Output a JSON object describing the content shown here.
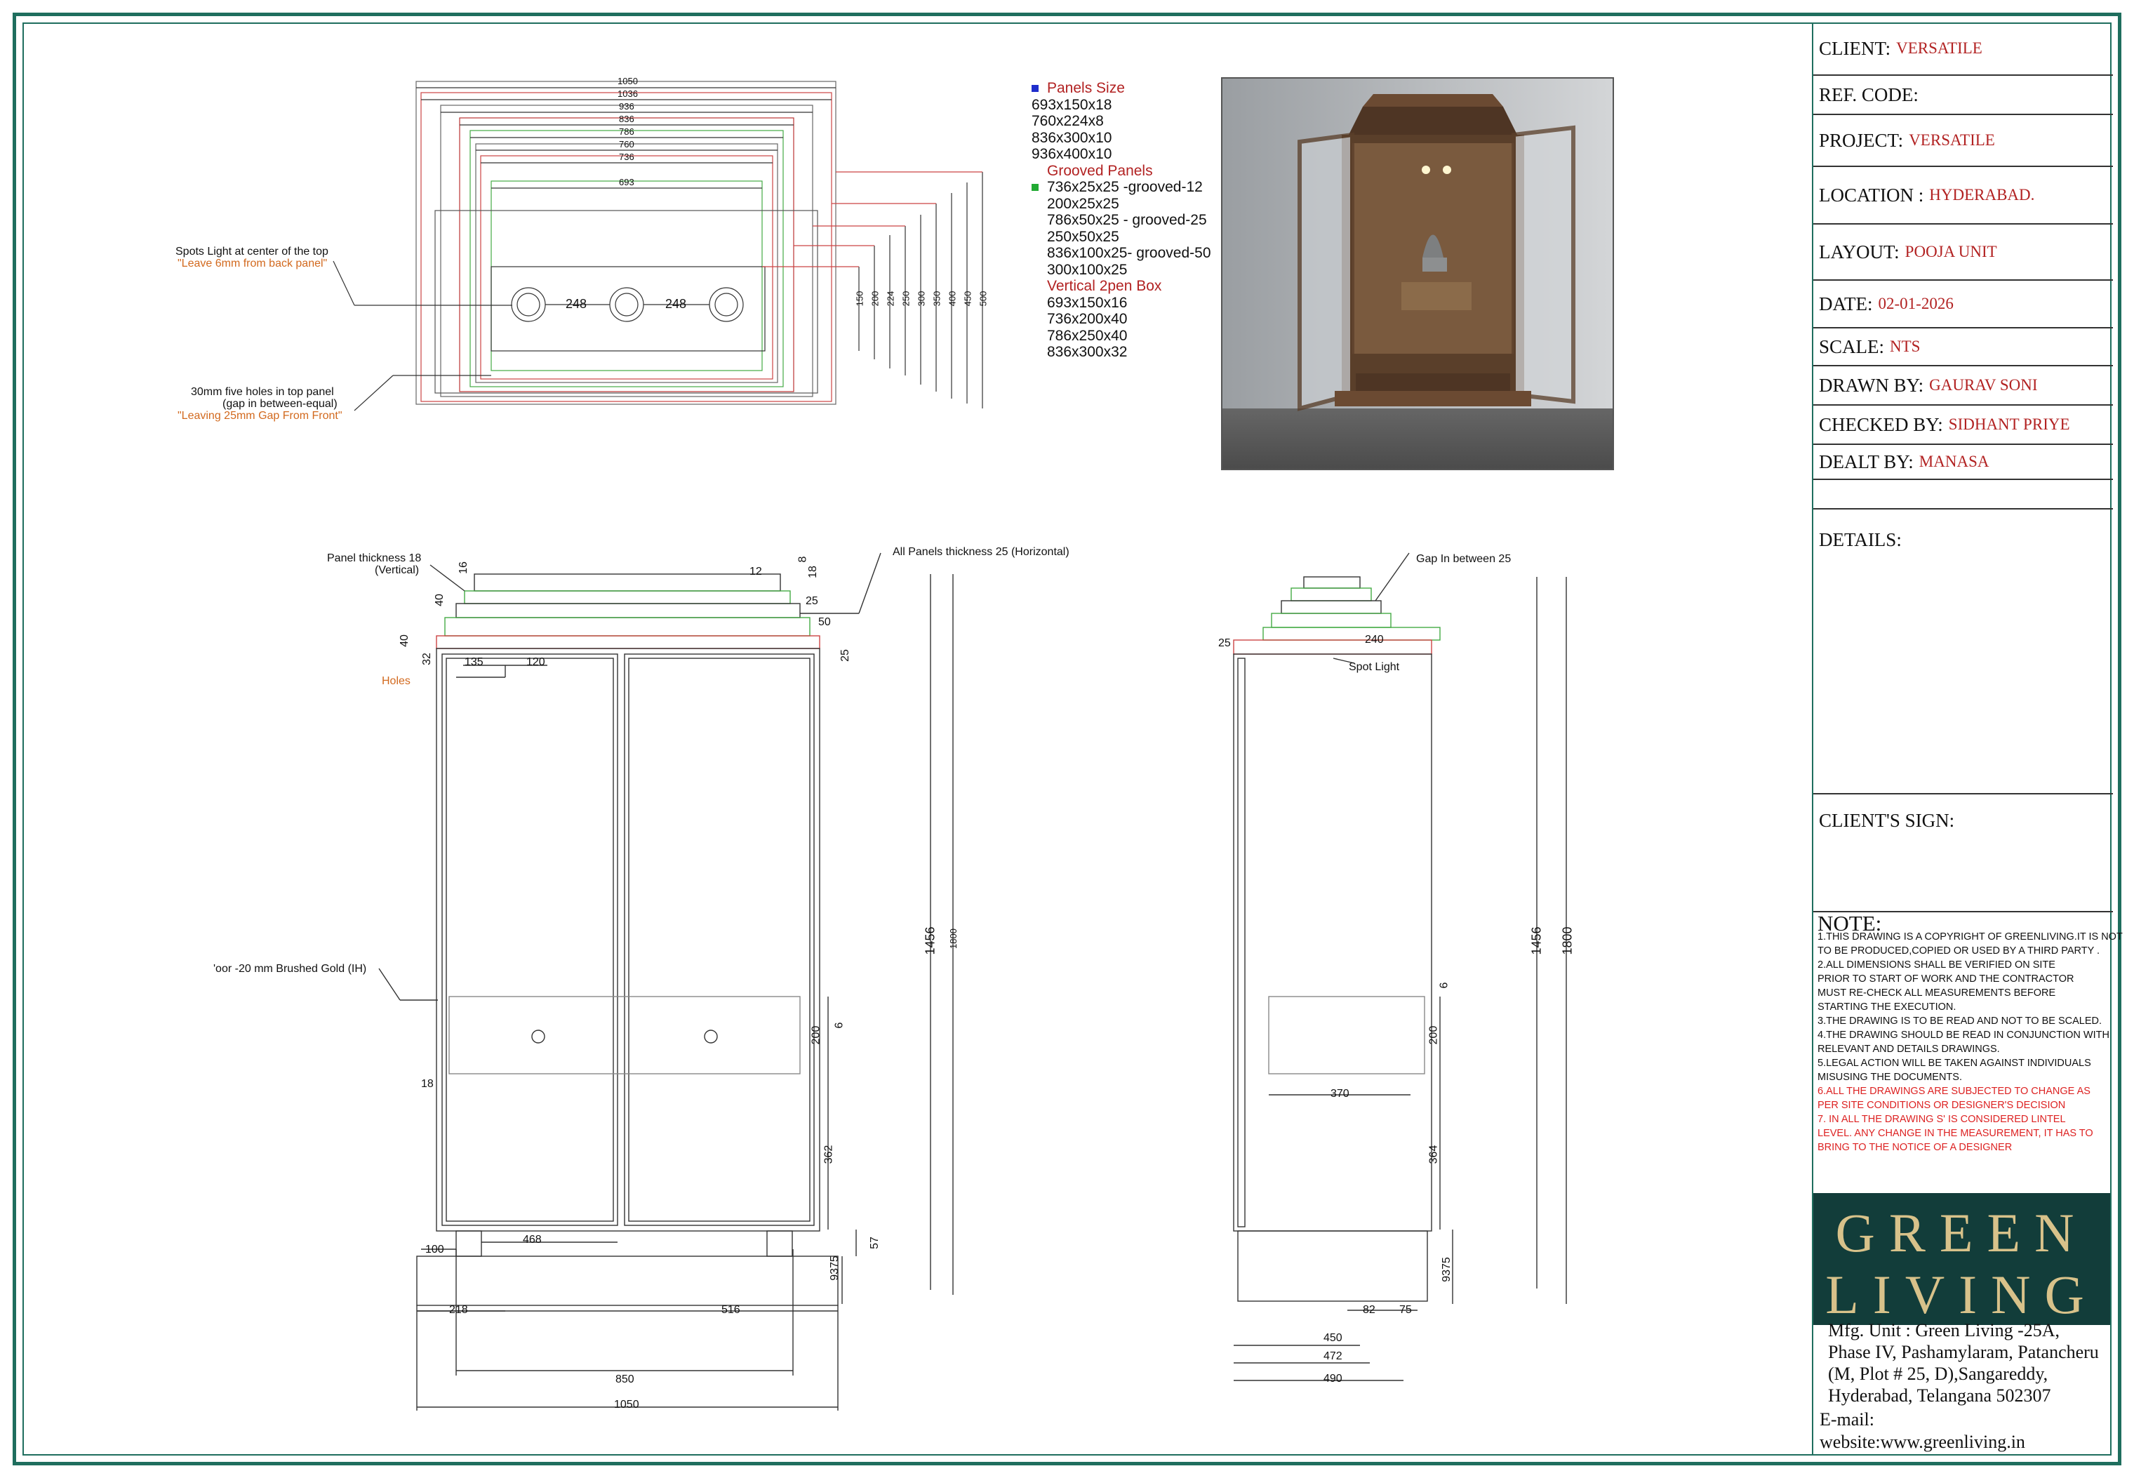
{
  "title_block": {
    "client": {
      "label": "CLIENT:",
      "value": "VERSATILE"
    },
    "ref_code": {
      "label": "REF. CODE:",
      "value": ""
    },
    "project": {
      "label": "PROJECT:",
      "value": "VERSATILE"
    },
    "location": {
      "label": "LOCATION :",
      "value": "HYDERABAD."
    },
    "layout": {
      "label": "LAYOUT:",
      "value": "POOJA UNIT"
    },
    "date": {
      "label": "DATE:",
      "value": "02-01-2026"
    },
    "scale": {
      "label": "SCALE:",
      "value": "NTS"
    },
    "drawn_by": {
      "label": "DRAWN BY:",
      "value": "GAURAV SONI"
    },
    "checked_by": {
      "label": "CHECKED BY:",
      "value": "SIDHANT PRIYE"
    },
    "dealt_by": {
      "label": "DEALT BY:",
      "value": "MANASA"
    },
    "details": {
      "label": "DETAILS:"
    },
    "client_sign": {
      "label": "CLIENT'S SIGN:"
    }
  },
  "notes": {
    "title": "NOTE:",
    "lines": [
      {
        "text": "1.THIS DRAWING IS A COPYRIGHT OF GREENLIVING.IT IS NOT",
        "red": false
      },
      {
        "text": "TO BE PRODUCED,COPIED OR USED BY A THIRD PARTY .",
        "red": false
      },
      {
        "text": "2.ALL DIMENSIONS SHALL BE VERIFIED ON SITE",
        "red": false
      },
      {
        "text": "PRIOR TO START OF WORK AND THE CONTRACTOR",
        "red": false
      },
      {
        "text": "MUST RE-CHECK ALL MEASUREMENTS BEFORE",
        "red": false
      },
      {
        "text": "STARTING THE EXECUTION.",
        "red": false
      },
      {
        "text": "3.THE DRAWING IS TO BE READ AND NOT TO BE SCALED.",
        "red": false
      },
      {
        "text": "4.THE DRAWING SHOULD BE READ IN CONJUNCTION WITH",
        "red": false
      },
      {
        "text": "RELEVANT AND DETAILS DRAWINGS.",
        "red": false
      },
      {
        "text": "5.LEGAL ACTION WILL BE TAKEN AGAINST INDIVIDUALS",
        "red": false
      },
      {
        "text": "MISUSING THE DOCUMENTS.",
        "red": false
      },
      {
        "text": "6.ALL THE DRAWINGS ARE SUBJECTED TO CHANGE AS",
        "red": true
      },
      {
        "text": "PER SITE CONDITIONS OR DESIGNER'S DECISION",
        "red": true
      },
      {
        "text": "7. IN ALL THE DRAWING S' IS CONSIDERED LINTEL",
        "red": true
      },
      {
        "text": "LEVEL. ANY CHANGE IN THE MEASUREMENT, IT HAS TO",
        "red": true
      },
      {
        "text": "BRING TO THE NOTICE OF A DESIGNER",
        "red": true
      }
    ]
  },
  "logo": {
    "line1": "GREEN",
    "line2": "LIVING"
  },
  "address": {
    "lines": [
      "Mfg. Unit : Green Living -25A,",
      "Phase IV, Pashamylaram, Patancheru",
      "(M, Plot # 25, D),Sangareddy,",
      "Hyderabad, Telangana 502307"
    ],
    "email_label": "E-mail:",
    "website": "website:www.greenliving.in"
  },
  "legend": {
    "panels_title": "Panels Size",
    "panels": [
      "693x150x18",
      "760x224x8",
      "836x300x10",
      "936x400x10"
    ],
    "grooved_title": "Grooved Panels",
    "grooved": [
      "736x25x25 -grooved-12",
      "200x25x25",
      "786x50x25 - grooved-25",
      "250x50x25",
      "836x100x25- grooved-50",
      "300x100x25"
    ],
    "box_title": "Vertical 2pen Box",
    "box": [
      "693x150x16",
      "736x200x40",
      "786x250x40",
      "836x300x32"
    ],
    "colors": {
      "panels": "#1f2ecc",
      "grooved": "#22aa33"
    }
  },
  "plan_view": {
    "top_dims": [
      "1050",
      "1036",
      "936",
      "836",
      "786",
      "760",
      "736",
      "693"
    ],
    "side_dims": [
      "150",
      "200",
      "224",
      "250",
      "300",
      "350",
      "400",
      "450",
      "500"
    ],
    "hole_spacing": [
      "248",
      "248"
    ],
    "note1": "Spots Light at center of the top",
    "note1b": "\"Leave 6mm from back panel\"",
    "note2": "30mm five holes in top panel",
    "note2b": "(gap in between-equal)",
    "note2c": "\"Leaving 25mm Gap From Front\""
  },
  "front_view": {
    "panel_thickness": "Panel thickness 18",
    "vertical": "(Vertical)",
    "all_panels": "All Panels thickness 25 (Horizontal)",
    "holes": "Holes",
    "door_note": "'oor -20 mm Brushed Gold (IH)",
    "dims": {
      "d16": "16",
      "d12": "12",
      "d8": "8",
      "d18": "18",
      "d40a": "40",
      "d25a": "25",
      "d50": "50",
      "d40b": "40",
      "d32": "32",
      "d135": "135",
      "d120": "120",
      "d25b": "25",
      "d1456": "1456",
      "d1800": "1800",
      "d200": "200",
      "d6": "6",
      "d18b": "18",
      "d362": "362",
      "d100": "100",
      "d468": "468",
      "d57": "57",
      "d9375": "9375",
      "d218": "218",
      "d516": "516",
      "d850": "850",
      "d1050": "1050"
    }
  },
  "side_view": {
    "gap_note": "Gap In between 25",
    "spot_light": "Spot Light",
    "dims": {
      "d25": "25",
      "d240": "240",
      "d1456": "1456",
      "d1800": "1800",
      "d6": "6",
      "d200": "200",
      "d370": "370",
      "d364": "364",
      "d9375": "9375",
      "d82": "82",
      "d75": "75",
      "d450": "450",
      "d472": "472",
      "d490": "490"
    }
  }
}
